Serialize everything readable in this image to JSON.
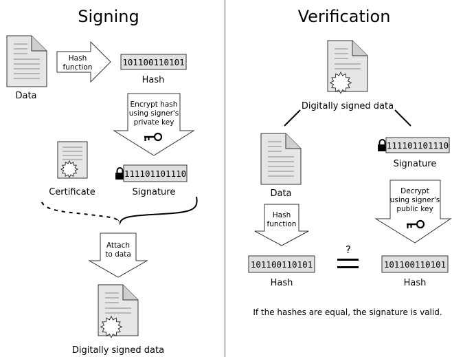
{
  "signing": {
    "title": "Signing",
    "data_label": "Data",
    "hash_function_line1": "Hash",
    "hash_function_line2": "function",
    "hash_value": "101100110101",
    "hash_label": "Hash",
    "encrypt_line1": "Encrypt hash",
    "encrypt_line2": "using signer's",
    "encrypt_line3": "private key",
    "certificate_label": "Certificate",
    "signature_value": "111101101110",
    "signature_label": "Signature",
    "attach_line1": "Attach",
    "attach_line2": "to data",
    "signed_data_label": "Digitally signed data"
  },
  "verification": {
    "title": "Verification",
    "signed_data_label": "Digitally signed data",
    "data_label": "Data",
    "signature_value": "111101101110",
    "signature_label": "Signature",
    "hash_function_line1": "Hash",
    "hash_function_line2": "function",
    "decrypt_line1": "Decrypt",
    "decrypt_line2": "using signer's",
    "decrypt_line3": "public key",
    "hash_left_value": "101100110101",
    "hash_left_label": "Hash",
    "hash_right_value": "101100110101",
    "hash_right_label": "Hash",
    "question_mark": "?",
    "conclusion": "If the hashes are equal, the signature is valid."
  }
}
